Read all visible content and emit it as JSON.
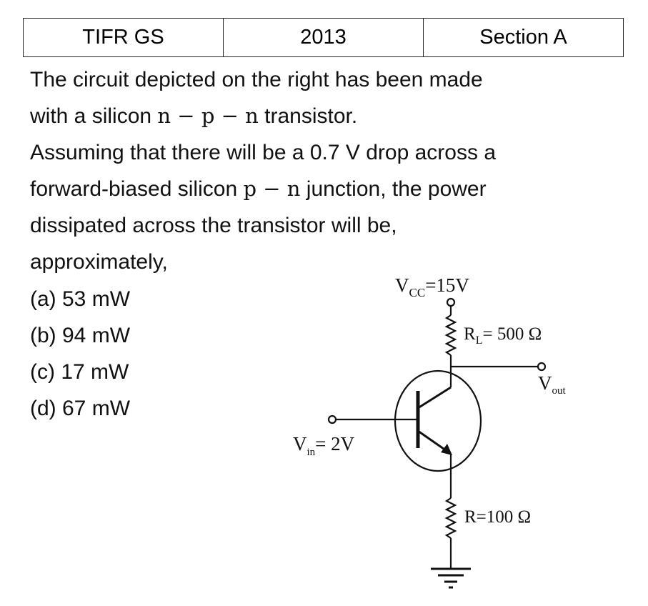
{
  "header": {
    "exam": "TIFR GS",
    "year": "2013",
    "section": "Section A"
  },
  "question": {
    "line1": "The circuit depicted on the right has been made",
    "line2_pre": "with a silicon ",
    "line2_math": "n − p − n",
    "line2_post": " transistor.",
    "line3": "Assuming that there will be a 0.7 V drop across a",
    "line4_pre": "forward-biased silicon ",
    "line4_math": "p − n",
    "line4_post": " junction, the power",
    "line5": "dissipated across the transistor will be,",
    "line6": "approximately,"
  },
  "options": [
    "(a) 53 mW",
    "(b) 94 mW",
    "(c) 17 mW",
    "(d) 67 mW"
  ],
  "circuit": {
    "vcc_main": "V",
    "vcc_sub": "CC",
    "vcc_value": "=15V",
    "rl_main": "R",
    "rl_sub": "L",
    "rl_value": "= 500 Ω",
    "vout_main": "V",
    "vout_sub": "out",
    "vin_main": "V",
    "vin_sub": "in",
    "vin_value": "= 2V",
    "r_value": "R=100 Ω"
  }
}
